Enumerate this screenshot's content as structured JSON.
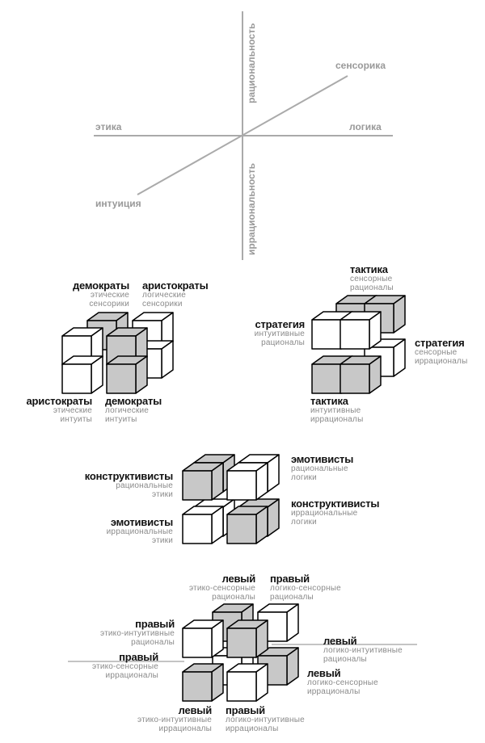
{
  "axes": {
    "sensing": "сенсорика",
    "ethics": "этика",
    "logic": "логика",
    "intuition": "интуиция",
    "rationality": "рациональность",
    "irrationality": "иррациональность"
  },
  "colors": {
    "axis_line": "#aaaaaa",
    "axis_text": "#999999",
    "cube_gray": "#c8c8c8",
    "cube_white": "#ffffff",
    "title_text": "#111111",
    "subtitle_text": "#8a8a8a"
  },
  "group1": {
    "democrats_top": {
      "title": "демократы",
      "line1": "этические",
      "line2": "сенсорики"
    },
    "aristocrats_top": {
      "title": "аристократы",
      "line1": "логические",
      "line2": "сенсорики"
    },
    "aristocrats_bottom": {
      "title": "аристократы",
      "line1": "этические",
      "line2": "интуиты"
    },
    "democrats_bottom": {
      "title": "демократы",
      "line1": "логические",
      "line2": "интуиты"
    }
  },
  "group2": {
    "tactics_top": {
      "title": "тактика",
      "line1": "сенсорные",
      "line2": "рационалы"
    },
    "strategy_left": {
      "title": "стратегия",
      "line1": "интуитивные",
      "line2": "рационалы"
    },
    "strategy_right": {
      "title": "стратегия",
      "line1": "сенсорные",
      "line2": "иррационалы"
    },
    "tactics_bottom": {
      "title": "тактика",
      "line1": "интуитивные",
      "line2": "иррационалы"
    }
  },
  "group3": {
    "emotivists_top": {
      "title": "эмотивисты",
      "line1": "рациональные",
      "line2": "логики"
    },
    "constructivists_left": {
      "title": "конструктивисты",
      "line1": "рациональные",
      "line2": "этики"
    },
    "constructivists_right": {
      "title": "конструктивисты",
      "line1": "иррациональные",
      "line2": "логики"
    },
    "emotivists_left": {
      "title": "эмотивисты",
      "line1": "иррациональные",
      "line2": "этики"
    }
  },
  "group4": {
    "left_top": {
      "title": "левый",
      "line1": "этико-сенсорные",
      "line2": "рационалы"
    },
    "right_top": {
      "title": "правый",
      "line1": "логико-сенсорные",
      "line2": "рационалы"
    },
    "right_mid_left": {
      "title": "правый",
      "line1": "этико-интуитивные",
      "line2": "рационалы"
    },
    "left_mid_right": {
      "title": "левый",
      "line1": "логико-интуитивные",
      "line2": "рационалы"
    },
    "right_lower_left": {
      "title": "правый",
      "line1": "этико-сенсорные",
      "line2": "иррационалы"
    },
    "left_lower_right": {
      "title": "левый",
      "line1": "логико-сенсорные",
      "line2": "иррационалы"
    },
    "left_bottom": {
      "title": "левый",
      "line1": "этико-интуитивные",
      "line2": "иррационалы"
    },
    "right_bottom": {
      "title": "правый",
      "line1": "логико-интуитивные",
      "line2": "иррационалы"
    }
  }
}
